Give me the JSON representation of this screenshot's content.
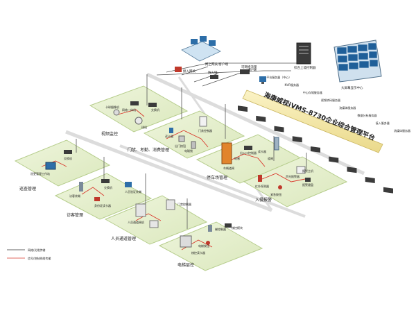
{
  "platform": {
    "banner": "海康威视iVMS-8730企业综合管理平台",
    "banner_color": "#f3e7a3"
  },
  "top": {
    "operator": "网上网关/客户端",
    "server_room": "综合上墙控制器",
    "monitor_center": "大屏幕显示中心",
    "gateway": "接入网关",
    "firewall": "防火墙",
    "switch": "可网络流量"
  },
  "servers": [
    "客户端",
    "平台服务器（中心）",
    "NVR服务器",
    "中心存储服务器",
    "视频转码服务器",
    "流媒体服务器",
    "数据分析服务器",
    "接入服务器",
    "流媒体服务器"
  ],
  "zones": {
    "video": {
      "label": "视频监控",
      "items": [
        "卡球摄像机",
        "网络一体机",
        "交换机",
        "球机"
      ]
    },
    "access": {
      "label": "门禁、考勤、消费管理",
      "items": [
        "读卡器",
        "门禁控制器",
        "出门按钮",
        "电磁锁"
      ]
    },
    "parking": {
      "label": "停车场管理",
      "items": [
        "车辆道闸",
        "出入口控制器",
        "读卡器",
        "道闸",
        "地感"
      ]
    },
    "intrusion": {
      "label": "入侵报警",
      "items": [
        "报警主机",
        "红外探测器",
        "报警键盘",
        "紧急按钮",
        "声光报警器"
      ]
    },
    "patrol": {
      "label": "巡查管理",
      "items": [
        "巡更管理工作站",
        "交换机"
      ]
    },
    "visitor": {
      "label": "访客管理",
      "items": [
        "访客终端",
        "交换机",
        "人员验证终端",
        "身份证读卡器"
      ]
    },
    "passage": {
      "label": "人员通道管理",
      "items": [
        "人员通道闸机",
        "门禁控制器"
      ]
    },
    "elevator": {
      "label": "电梯层控",
      "items": [
        "梯控制器",
        "电梯按钮",
        "梯控读卡器",
        "梯控模块"
      ]
    }
  },
  "legend": {
    "network": "网络/光缆传输",
    "signal": "信号/控制线缆传输",
    "network_color": "#333333",
    "signal_color": "#d9372b"
  },
  "colors": {
    "zone_fill": "#e6f0cf",
    "zone_stroke": "#b6cd8c",
    "bus": "#dcdcdc",
    "link": "#555555",
    "device": "#3b3b3b"
  }
}
